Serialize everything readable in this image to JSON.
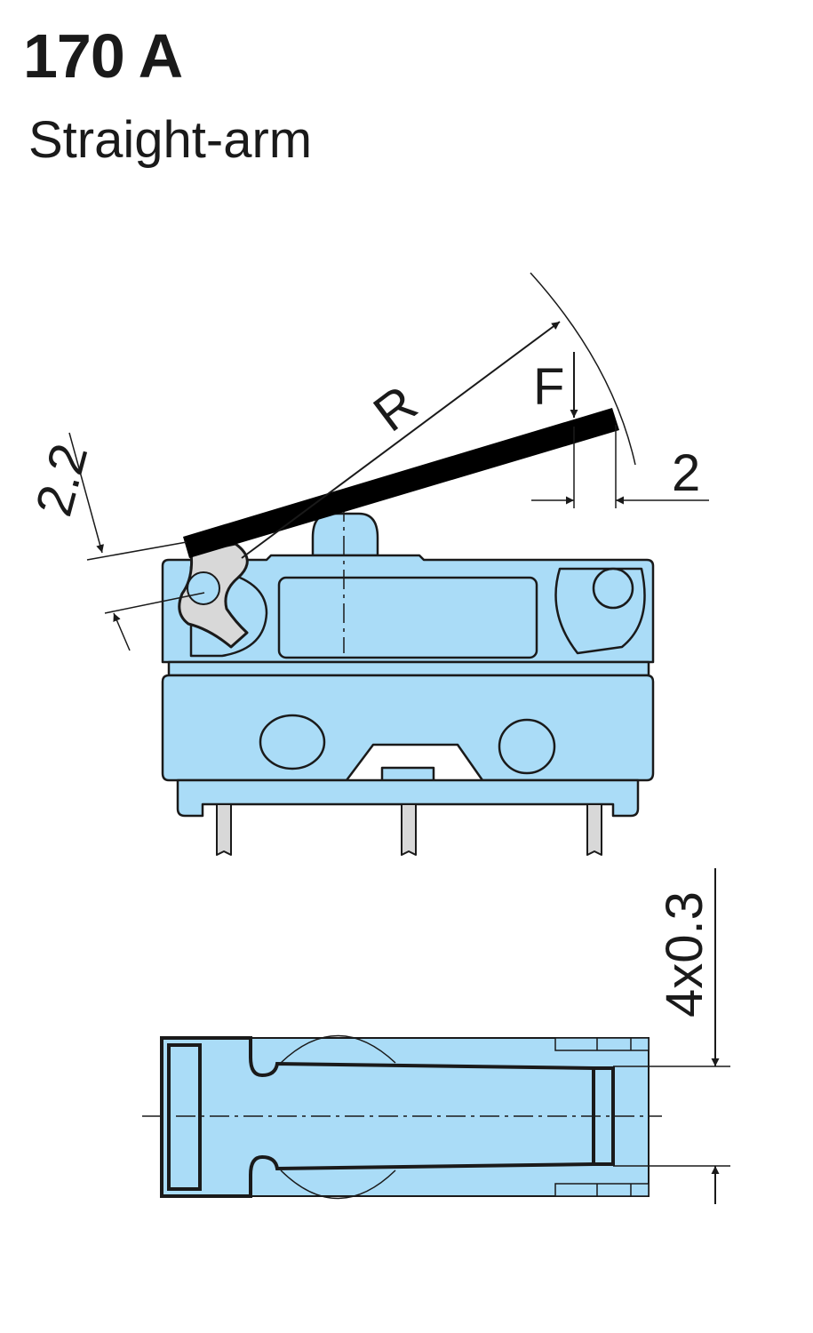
{
  "header": {
    "title": "170 A",
    "subtitle": "Straight-arm"
  },
  "colors": {
    "body_fill": "#aadcf7",
    "outline": "#1a1a1a",
    "actuator": "#000000",
    "pin_fill": "#d8d8d8"
  },
  "labels": {
    "radius": "R",
    "force": "F",
    "arm_overhang": "2",
    "arm_offset": "2.2",
    "terminal_pitch": "4x0.3"
  }
}
